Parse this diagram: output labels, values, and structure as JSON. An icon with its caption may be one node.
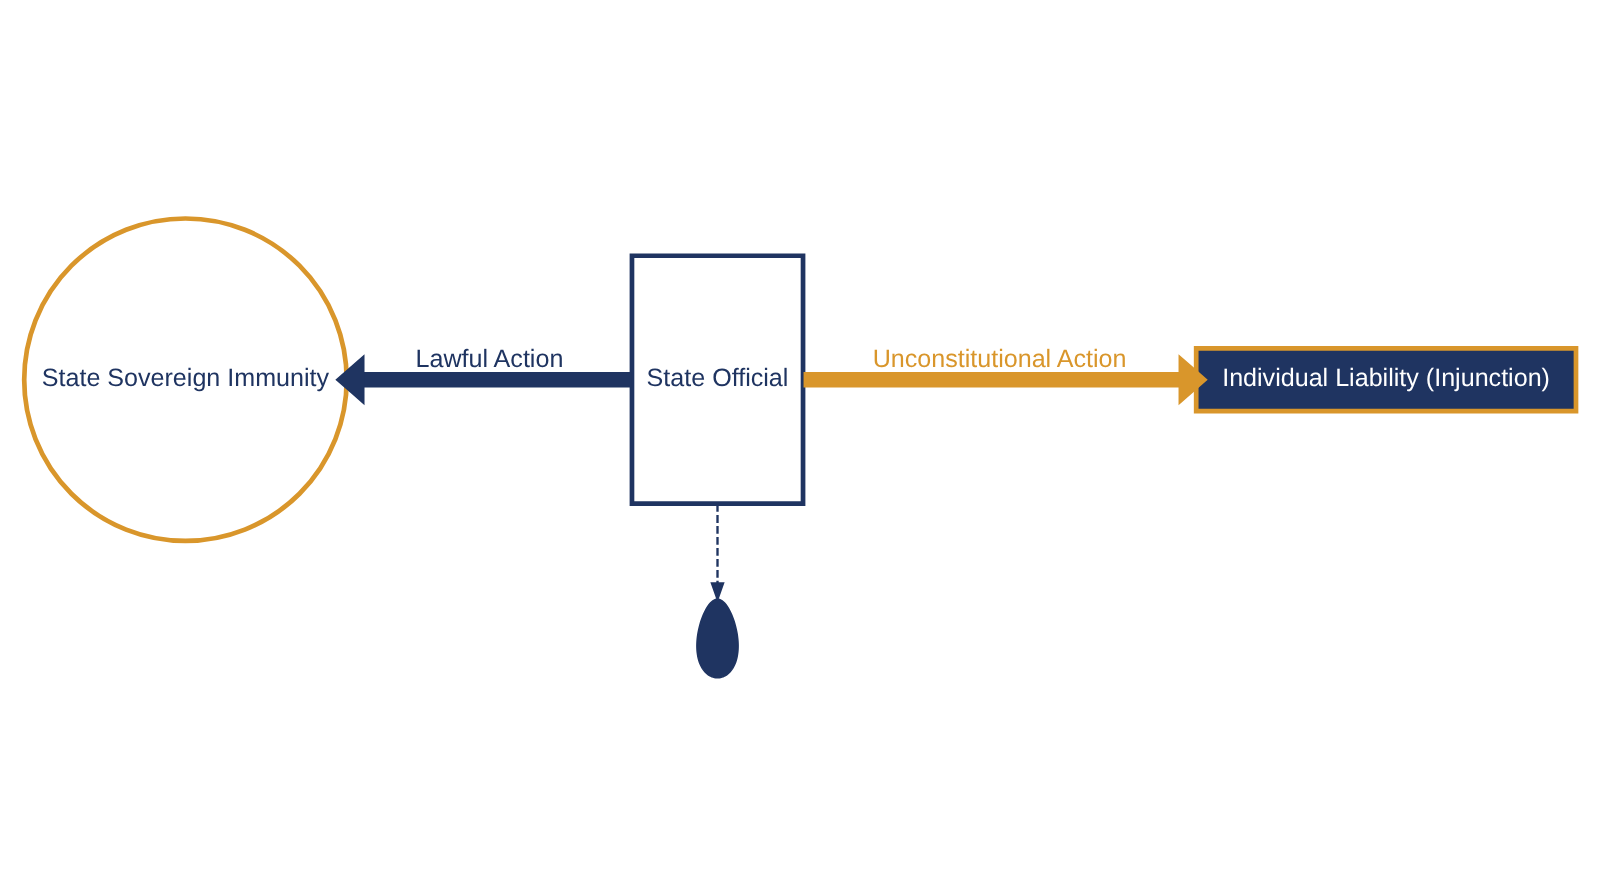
{
  "diagram": {
    "nodes": [
      {
        "text": [
          "State Sovereign Immunity"
        ]
      },
      {
        "text": [
          "State Official"
        ]
      },
      {
        "text": [],
        "shape": "person"
      },
      {
        "text": [
          "Individual Liability (Injunction)"
        ]
      }
    ],
    "edges": [
      {
        "from": 1,
        "to": 0,
        "arrow": "to",
        "label": "Lawful Action"
      },
      {
        "from": 1,
        "to": 3,
        "arrow": "to",
        "label": "Unconstitutional Action",
        "color": "#d9962b"
      },
      {
        "from": 1,
        "to": 2,
        "arrow": "to",
        "style": "dashed"
      }
    ]
  }
}
